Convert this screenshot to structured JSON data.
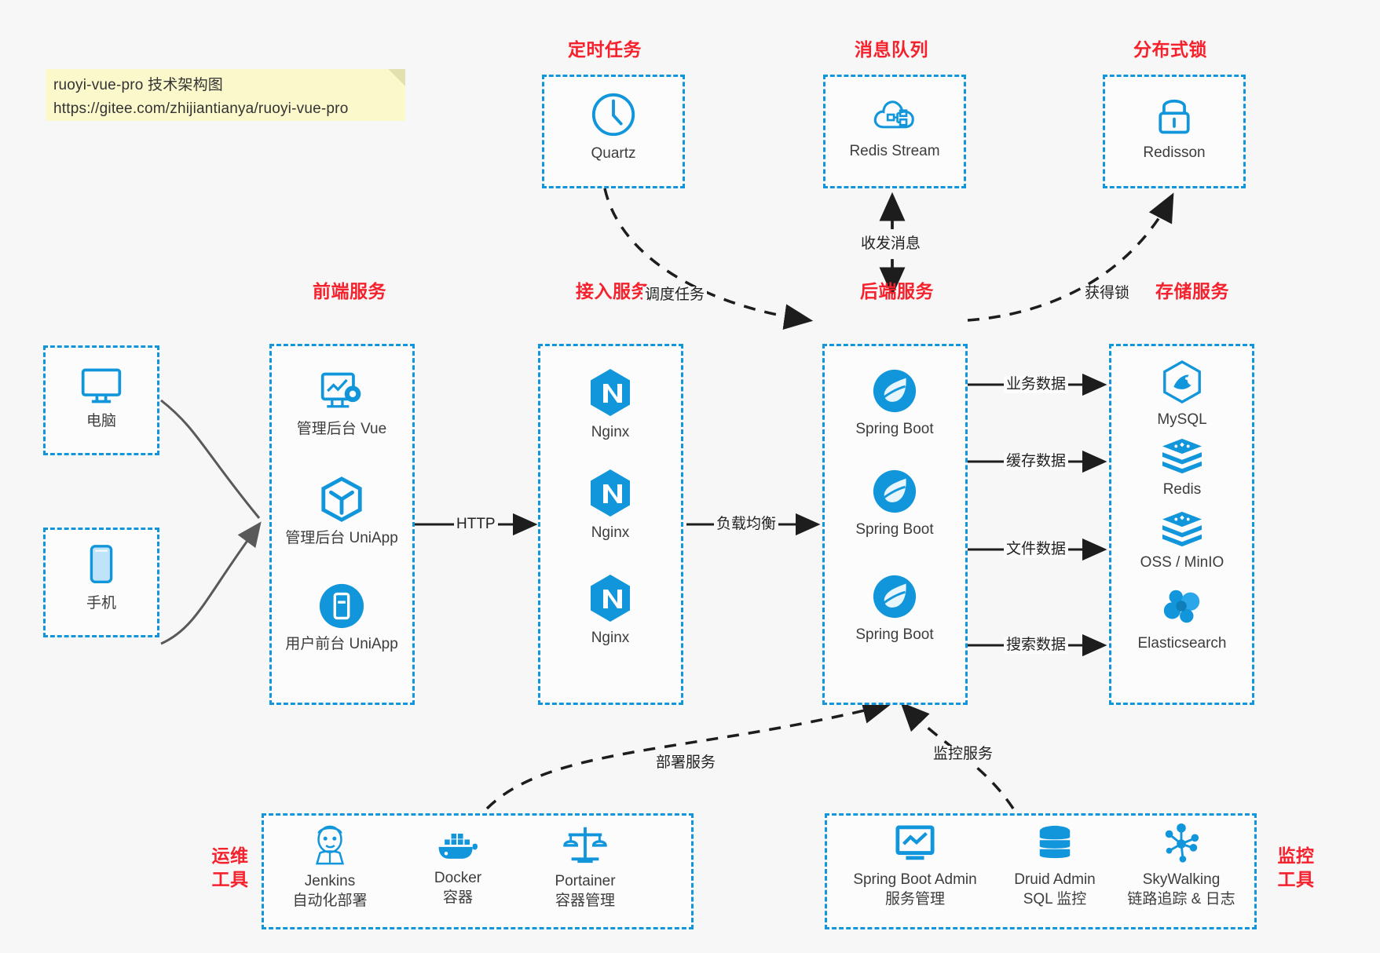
{
  "note": {
    "line1": "ruoyi-vue-pro 技术架构图",
    "line2": "https://gitee.com/zhijiantianya/ruoyi-vue-pro"
  },
  "groups": {
    "scheduled": {
      "title": "定时任务"
    },
    "mq": {
      "title": "消息队列"
    },
    "lock": {
      "title": "分布式锁"
    },
    "frontend": {
      "title": "前端服务"
    },
    "gateway": {
      "title": "接入服务"
    },
    "backend": {
      "title": "后端服务"
    },
    "storage": {
      "title": "存储服务"
    },
    "devops": {
      "title": "运维\n工具",
      "line1": "运维",
      "line2": "工具"
    },
    "monitor": {
      "title": "监控\n工具",
      "line1": "监控",
      "line2": "工具"
    }
  },
  "nodes": {
    "quartz": {
      "label": "Quartz",
      "icon": "clock-icon"
    },
    "redis_stream": {
      "label": "Redis Stream",
      "icon": "cloud-stream-icon"
    },
    "redisson": {
      "label": "Redisson",
      "icon": "lock-icon"
    },
    "computer": {
      "label": "电脑",
      "icon": "desktop-icon"
    },
    "phone": {
      "label": "手机",
      "icon": "mobile-icon"
    },
    "admin_vue": {
      "label": "管理后台 Vue",
      "icon": "dashboard-icon"
    },
    "admin_uniapp": {
      "label": "管理后台 UniApp",
      "icon": "cube-icon"
    },
    "user_uniapp": {
      "label": "用户前台 UniApp",
      "icon": "app-icon"
    },
    "nginx1": {
      "label": "Nginx",
      "icon": "nginx-icon"
    },
    "nginx2": {
      "label": "Nginx",
      "icon": "nginx-icon"
    },
    "nginx3": {
      "label": "Nginx",
      "icon": "nginx-icon"
    },
    "springboot1": {
      "label": "Spring Boot",
      "icon": "spring-icon"
    },
    "springboot2": {
      "label": "Spring Boot",
      "icon": "spring-icon"
    },
    "springboot3": {
      "label": "Spring Boot",
      "icon": "spring-icon"
    },
    "mysql": {
      "label": "MySQL",
      "icon": "mysql-icon"
    },
    "redis": {
      "label": "Redis",
      "icon": "redis-icon"
    },
    "oss": {
      "label": "OSS / MinIO",
      "icon": "oss-icon"
    },
    "elasticsearch": {
      "label": "Elasticsearch",
      "icon": "elasticsearch-icon"
    },
    "jenkins": {
      "label": "Jenkins",
      "sub": "自动化部署",
      "icon": "jenkins-icon"
    },
    "docker": {
      "label": "Docker",
      "sub": "容器",
      "icon": "docker-icon"
    },
    "portainer": {
      "label": "Portainer",
      "sub": "容器管理",
      "icon": "scales-icon"
    },
    "sba": {
      "label": "Spring Boot Admin",
      "sub": "服务管理",
      "icon": "monitor-chart-icon"
    },
    "druid": {
      "label": "Druid Admin",
      "sub": "SQL 监控",
      "icon": "database-icon"
    },
    "skywalking": {
      "label": "SkyWalking",
      "sub": "链路追踪 & 日志",
      "icon": "network-nodes-icon"
    }
  },
  "edges": {
    "http": "HTTP",
    "load_balance": "负载均衡",
    "schedule_task": "调度任务",
    "send_receive_msg": "收发消息",
    "acquire_lock": "获得锁",
    "business_data": "业务数据",
    "cache_data": "缓存数据",
    "file_data": "文件数据",
    "search_data": "搜索数据",
    "deploy_service": "部署服务",
    "monitor_service": "监控服务"
  },
  "colors": {
    "accent": "#1296db",
    "title_red": "#f5222d",
    "background": "#f7f7f7",
    "note_bg": "#fbf8cc",
    "arrow_dark": "#1d1d1d",
    "arrow_grey": "#595959"
  }
}
